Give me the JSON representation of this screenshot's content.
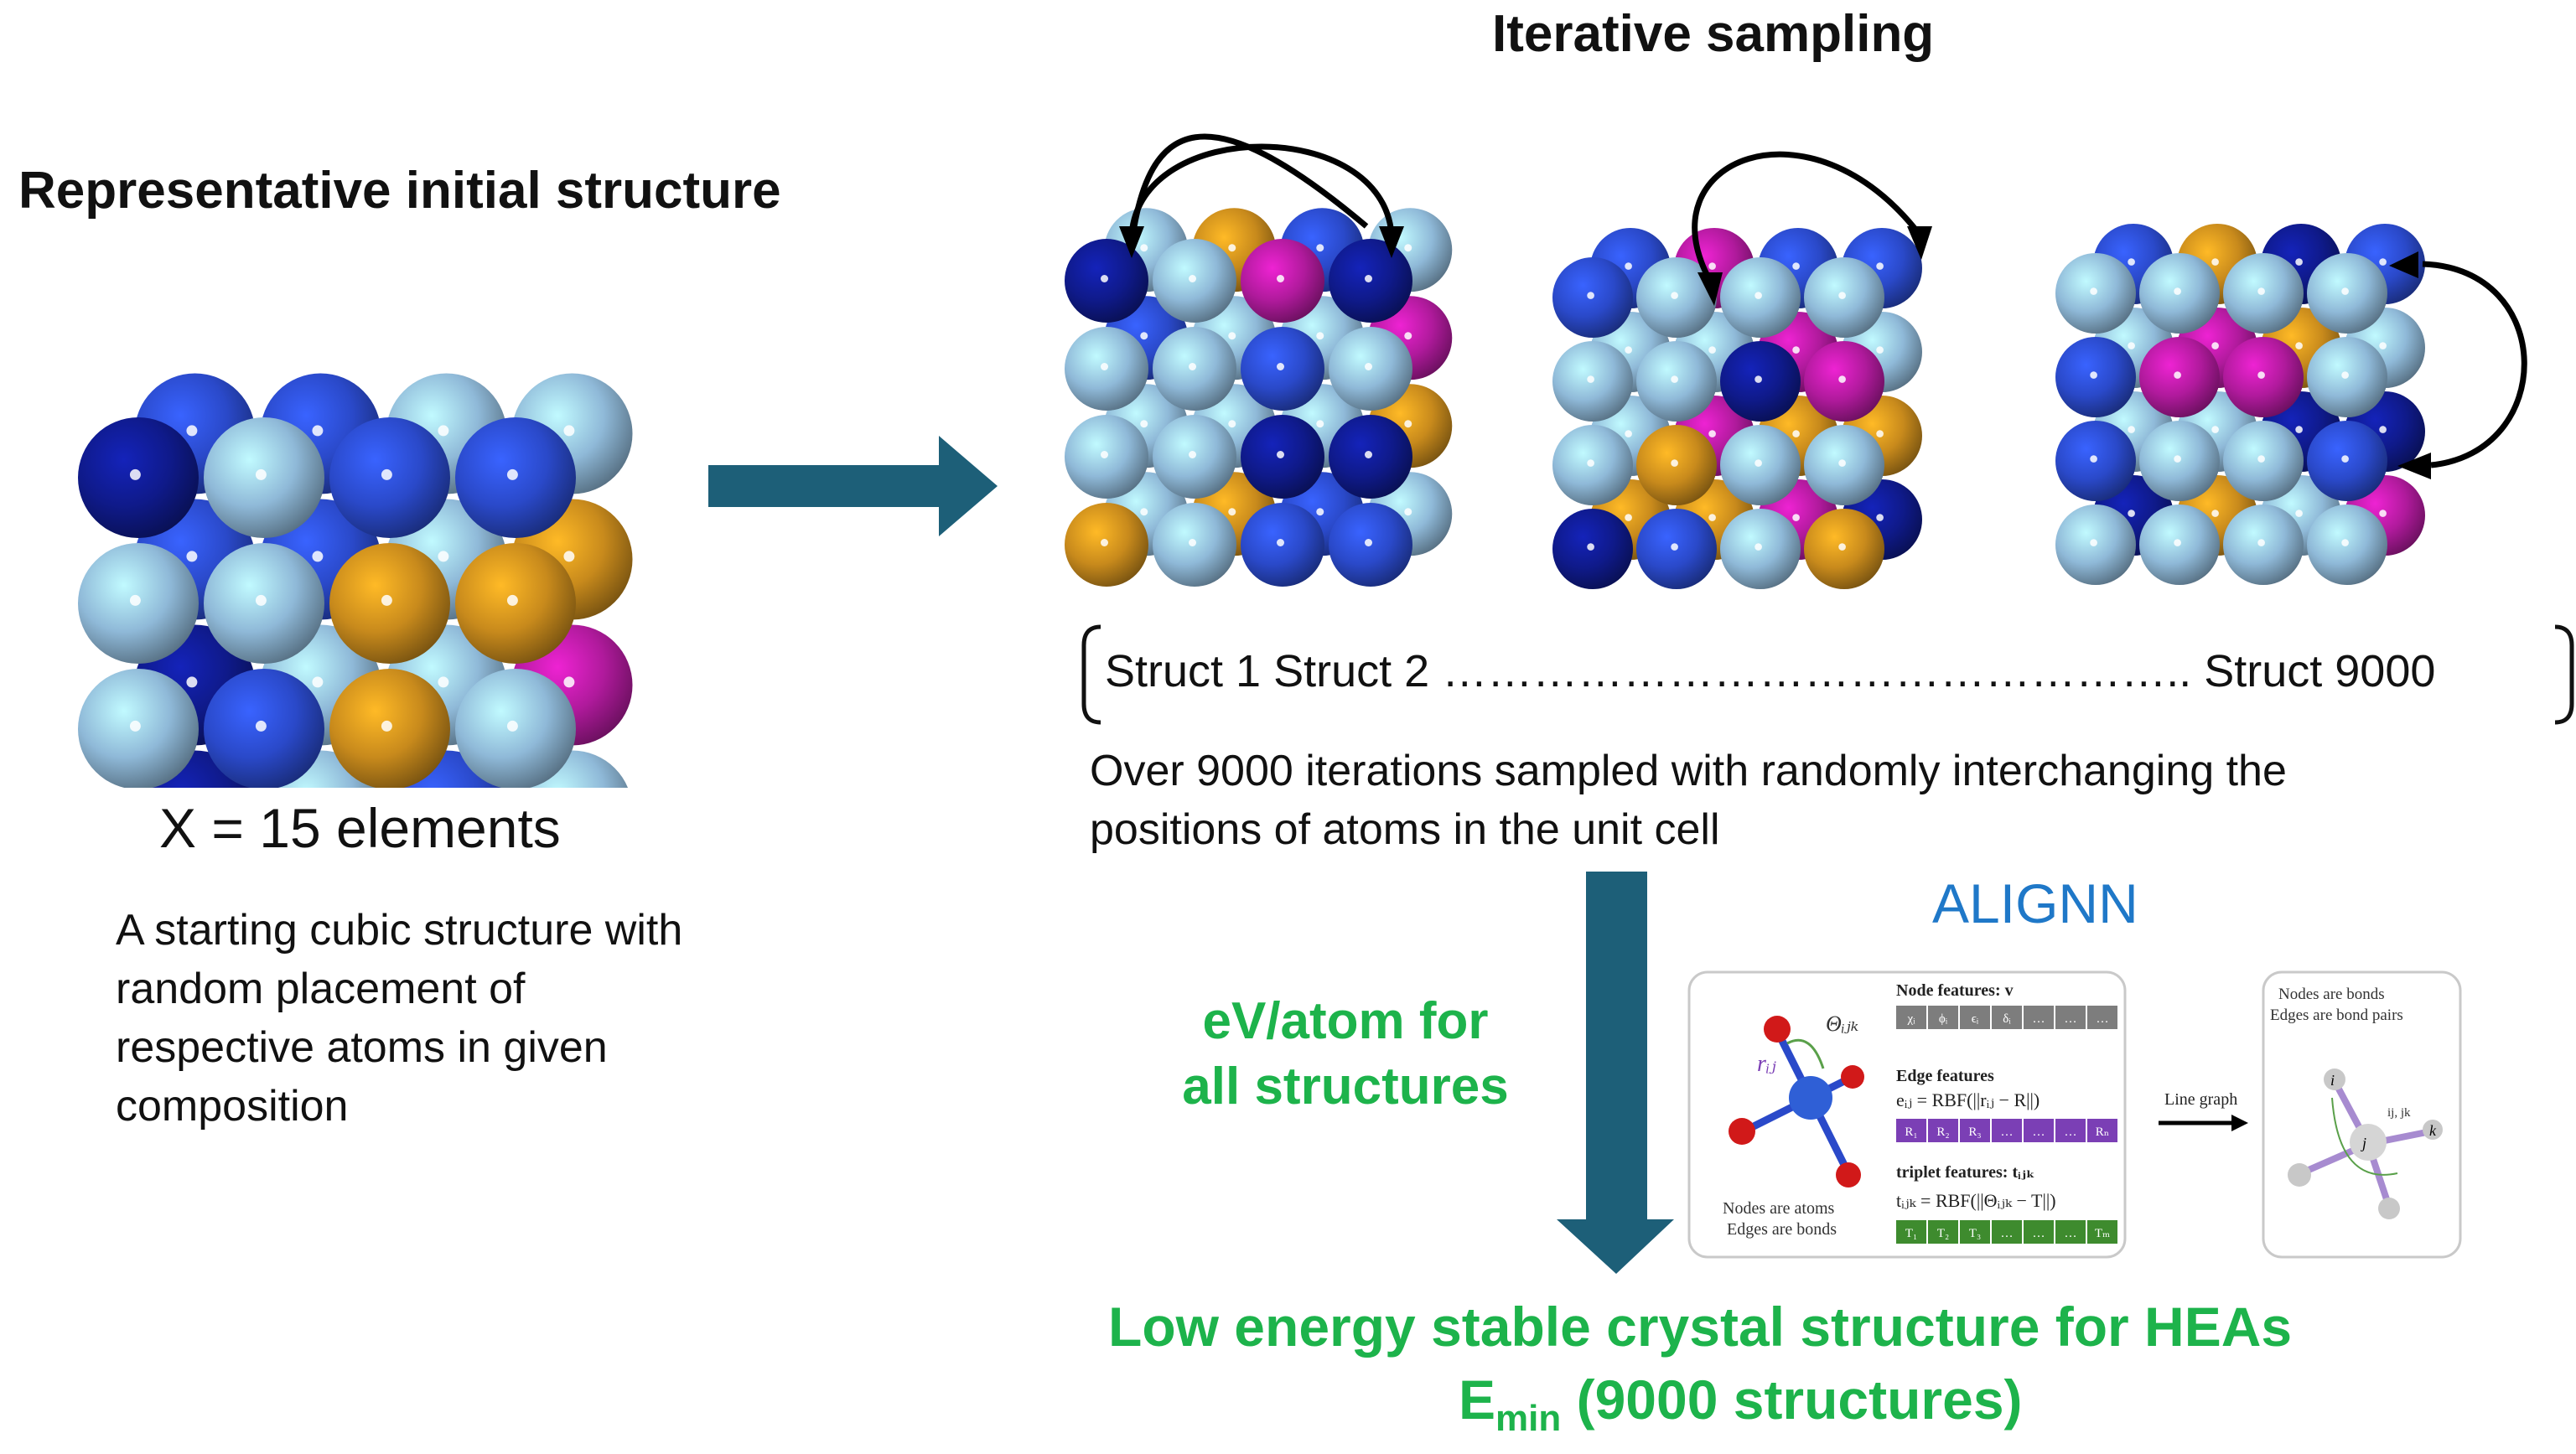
{
  "left": {
    "title": "Representative initial structure",
    "element_count": "X = 15 elements",
    "description": "A starting cubic structure with random placement of respective atoms in given composition"
  },
  "right": {
    "title": "Iterative sampling",
    "struct_sequence": {
      "first": "Struct 1",
      "second": "Struct 2",
      "dots": "…………………………………………..",
      "last": "Struct 9000"
    },
    "iterations_text": "Over 9000 iterations sampled with randomly interchanging the positions of atoms in the unit cell"
  },
  "model": {
    "name": "ALIGNN",
    "energy_label": "eV/atom for all structures",
    "node_features_label": "Node features:",
    "node_features_symbol": "v",
    "node_cells": [
      "χᵢ",
      "ϕᵢ",
      "ϵᵢ",
      "δᵢ",
      "…",
      "…",
      "…"
    ],
    "edge_features_label": "Edge features",
    "edge_formula": "eᵢⱼ = RBF(||rᵢⱼ − R||)",
    "edge_cells": [
      "R₁",
      "R₂",
      "R₃",
      "…",
      "…",
      "…",
      "Rₙ"
    ],
    "triplet_features_label": "triplet features: tᵢⱼₖ",
    "triplet_formula": "tᵢⱼₖ = RBF(||Θᵢⱼₖ − T||)",
    "triplet_cells": [
      "T₁",
      "T₂",
      "T₃",
      "…",
      "…",
      "…",
      "Tₘ"
    ],
    "atom_graph_caption_1": "Nodes are atoms",
    "atom_graph_caption_2": "Edges are bonds",
    "bond_label": "rᵢⱼ",
    "angle_label": "Θᵢⱼₖ",
    "line_graph_label": "Line graph",
    "line_graph_caption_1": "Nodes are bonds",
    "line_graph_caption_2": "Edges are bond pairs",
    "lg_node_i": "i",
    "lg_node_j": "j",
    "lg_node_k": "k",
    "lg_angle": "ij, jk"
  },
  "result": {
    "line1": "Low energy stable crystal structure for HEAs",
    "emin_main": "E",
    "emin_sub": "min",
    "emin_rest": " (9000 structures)"
  },
  "colors": {
    "arrow": "#1d5f78",
    "green_text": "#1db34b",
    "alignn_blue": "#1f78c8",
    "node_cell": "#7d7d7d",
    "edge_cell": "#7b3fb5",
    "triplet_cell": "#3e8b2e",
    "atom_light": "#8fb9d8",
    "atom_blue": "#2a49c9",
    "atom_navy": "#0f1a8a",
    "atom_magenta": "#b01a9c",
    "atom_gold": "#c88a1c"
  }
}
